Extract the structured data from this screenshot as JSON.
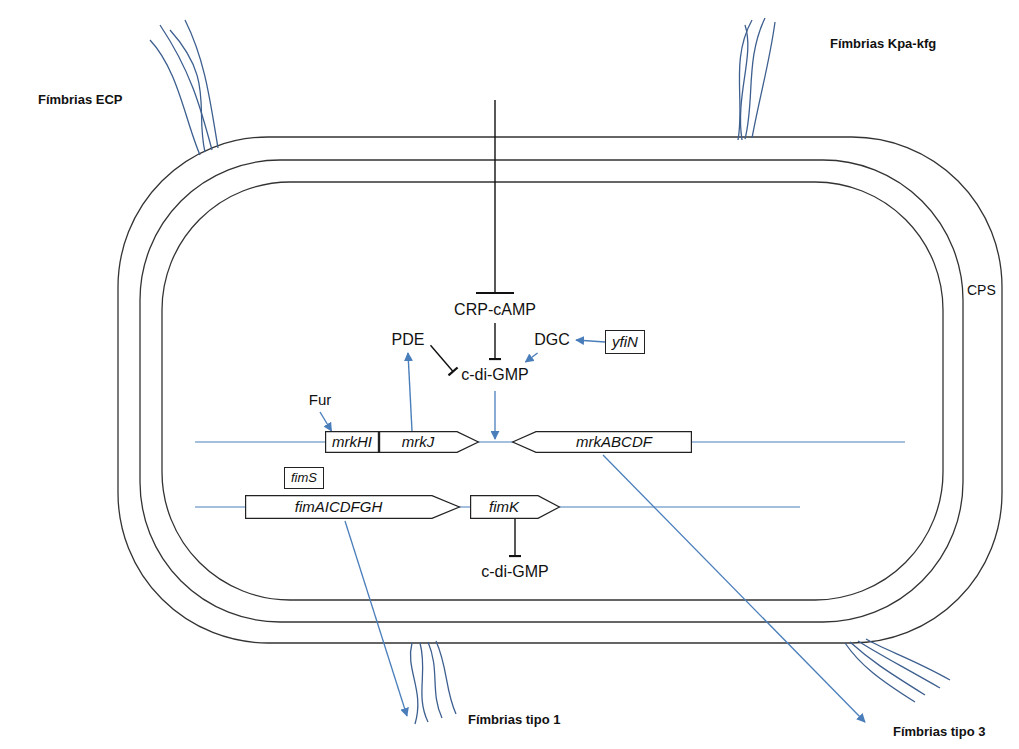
{
  "diagram": {
    "nodes": [
      {
        "text": [
          "CRP-cAMP"
        ]
      },
      {
        "text": [
          "PDE"
        ]
      },
      {
        "text": [
          "DGC"
        ]
      },
      {
        "text": [
          "yfiN"
        ]
      },
      {
        "text": [
          "c-di-GMP"
        ]
      },
      {
        "text": [
          "Fur"
        ]
      },
      {
        "text": [
          "mrkHI"
        ]
      },
      {
        "text": [
          "mrkJ"
        ]
      },
      {
        "text": [
          "mrkABCDF"
        ]
      },
      {
        "text": [
          "fimS"
        ]
      },
      {
        "text": [
          "fimAICDFGH"
        ]
      },
      {
        "text": [
          "fimK"
        ]
      },
      {
        "text": [
          "c-di-GMP"
        ]
      }
    ],
    "edges": [
      {
        "from": 0,
        "to": 4,
        "arrow": "to"
      },
      {
        "from": 1,
        "to": 4,
        "arrow": "to"
      },
      {
        "from": 2,
        "to": 4,
        "arrow": "to"
      },
      {
        "from": 3,
        "to": 2,
        "arrow": "to"
      },
      {
        "from": 7,
        "to": 1,
        "arrow": "to"
      },
      {
        "from": 5,
        "to": 6,
        "arrow": "to"
      },
      {
        "from": 11,
        "to": 12,
        "arrow": "to"
      }
    ],
    "labels": [
      "Fímbrias ECP",
      "Fímbrias Kpa-kfg",
      "CPS",
      "Fímbrias tipo 1",
      "Fímbrias tipo 3"
    ]
  }
}
